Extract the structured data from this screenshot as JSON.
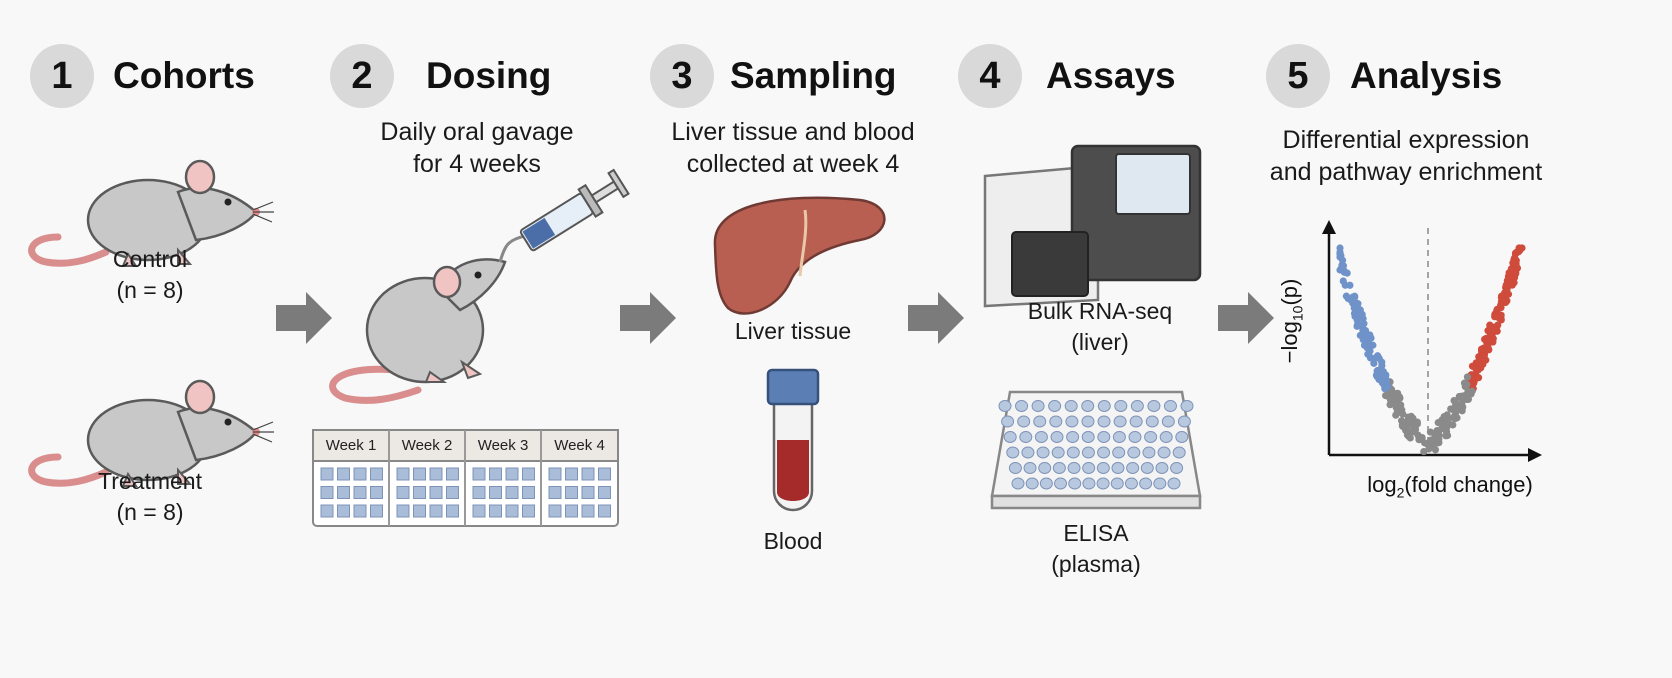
{
  "steps": [
    {
      "number": "1",
      "title": "Cohorts"
    },
    {
      "number": "2",
      "title": "Dosing",
      "subtitle": [
        "Daily oral gavage",
        "for 4 weeks"
      ]
    },
    {
      "number": "3",
      "title": "Sampling",
      "subtitle": [
        "Liver tissue and blood",
        "collected at week 4"
      ]
    },
    {
      "number": "4",
      "title": "Assays"
    },
    {
      "number": "5",
      "title": "Analysis",
      "subtitle": [
        "Differential expression",
        "and pathway enrichment"
      ]
    }
  ],
  "cohorts": [
    {
      "name": "Control",
      "n": "(n = 8)"
    },
    {
      "name": "Treatment",
      "n": "(n = 8)"
    }
  ],
  "dosing_calendar": {
    "weeks": [
      "Week 1",
      "Week 2",
      "Week 3",
      "Week 4"
    ]
  },
  "sampling": {
    "liver_label": "Liver tissue",
    "blood_label": "Blood"
  },
  "assays": {
    "rnaseq_label": [
      "Bulk RNA-seq",
      "(liver)"
    ],
    "elisa_label": [
      "ELISA",
      "(plasma)"
    ]
  },
  "volcano": {
    "ylabel_prefix": "−log",
    "ylabel_sub": "10",
    "ylabel_suffix": "(p)",
    "xlabel_prefix": "log",
    "xlabel_sub": "2",
    "xlabel_suffix": "(fold change)"
  },
  "colors": {
    "down": "#6f93c9",
    "up": "#cf4b3b",
    "ns": "#8a8a8a",
    "arrow": "#7b7b7b",
    "badge": "#d9d9d9"
  },
  "icons": [
    "mouse-icon",
    "syringe-icon",
    "liver-icon",
    "blood-tube-icon",
    "sequencer-icon",
    "elisa-plate-icon",
    "arrow-right-icon"
  ]
}
